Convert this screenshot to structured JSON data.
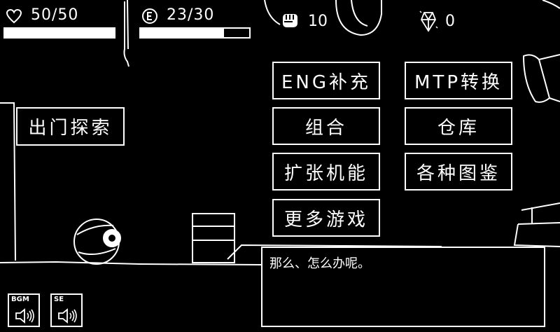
{
  "hud": {
    "hp": {
      "label": "50/50",
      "value": 50,
      "max": 50,
      "fill_fraction": 1.0
    },
    "eng": {
      "label": "23/30",
      "value": 23,
      "max": 30,
      "fill_fraction": 0.7667
    },
    "fist_count": "10",
    "crystal_count": "0"
  },
  "explore_button": "出门探索",
  "menu": {
    "eng_supply": "ENG补充",
    "mtp_convert": "MTP转换",
    "combine": "组合",
    "warehouse": "仓库",
    "expand_function": "扩张机能",
    "encyclopedia": "各种图鉴",
    "more_games": "更多游戏"
  },
  "dialog": {
    "text": "那么、怎么办呢。"
  },
  "sound": {
    "bgm_label": "BGM",
    "se_label": "SE"
  },
  "colors": {
    "background": "#000000",
    "foreground": "#ffffff"
  }
}
